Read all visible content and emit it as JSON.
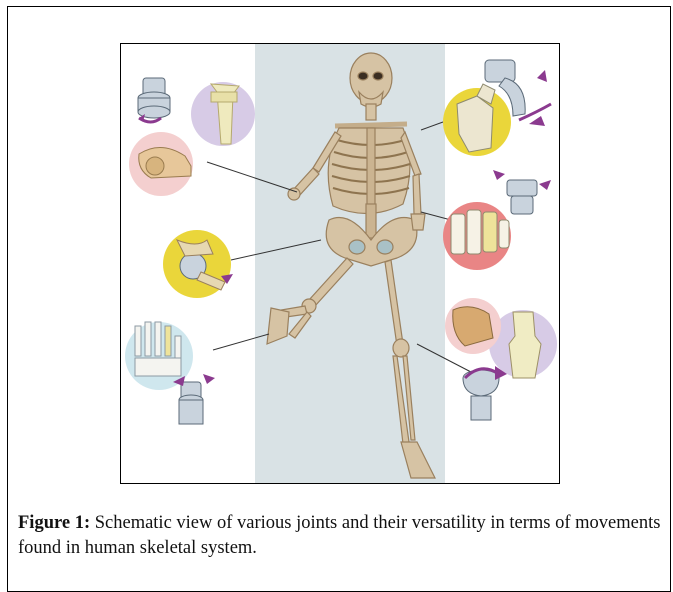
{
  "figure": {
    "label": "Figure 1:",
    "caption": "Schematic view of various joints and their versatility in terms of movements found in human skeletal system."
  },
  "colors": {
    "background_band": "#d9e2e5",
    "bone": "#d6c3a4",
    "bone_shadow": "#9a805e",
    "arrow": "#8b3a8f",
    "joint_model": "#c9d3dd",
    "circle_purple": "#d7cbe6",
    "circle_yellow": "#ead63a",
    "circle_pink": "#f4cfcf",
    "circle_red": "#e98585",
    "circle_blue": "#cfe7ee"
  },
  "icons": [
    "skeleton-figure",
    "pivot-joint-model",
    "condyloid-joint-model",
    "saddle-joint-model",
    "gliding-joint-model",
    "hinge-joint-model",
    "ball-and-socket-joint-model"
  ]
}
